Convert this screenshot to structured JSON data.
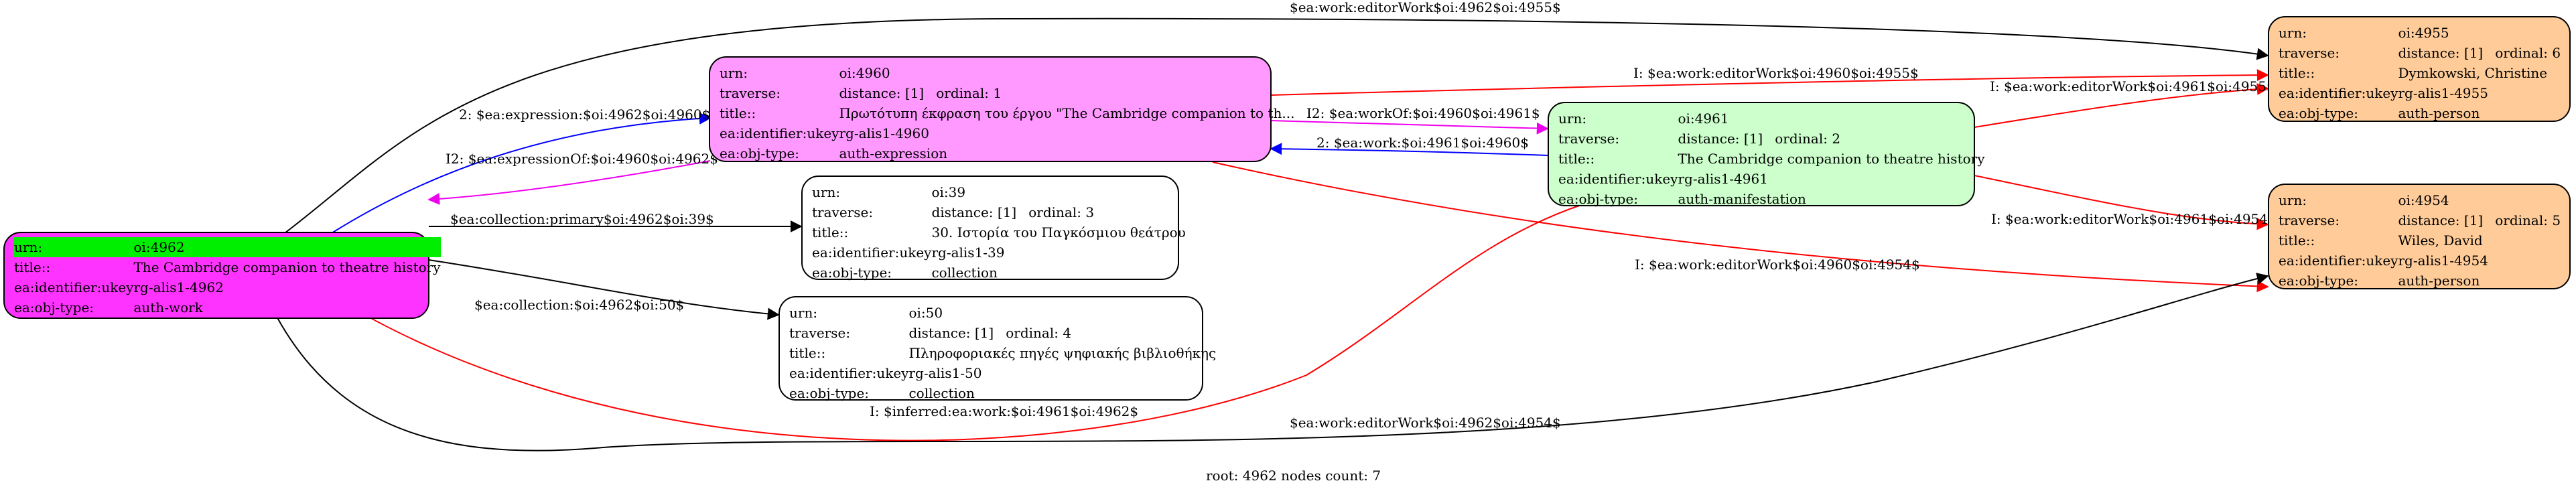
{
  "colors": {
    "root_fill": "#ff33ff",
    "root_urn_highlight": "#00ee00",
    "expression_fill": "#ff99ff",
    "manifestation_fill": "#ccffcc",
    "collection_fill": "#ffffff",
    "person_fill": "#ffcc99",
    "edge_black": "#000000",
    "edge_blue": "#0000ff",
    "edge_magenta": "#ee00ee",
    "edge_red": "#ff0000"
  },
  "nodes": {
    "n4962": {
      "urn": {
        "k": "urn:",
        "v": "oi:4962"
      },
      "title": {
        "k": "title::",
        "v": "The Cambridge companion to theatre history"
      },
      "ukey": {
        "k": "ea:identifier:ukey",
        "v": "rg-alis1-4962"
      },
      "objtype": {
        "k": "ea:obj-type:",
        "v": "auth-work"
      }
    },
    "n4960": {
      "urn": {
        "k": "urn:",
        "v": "oi:4960"
      },
      "traverse": {
        "k": "traverse:",
        "distance": "distance: [1]",
        "ordinal": "ordinal: 1"
      },
      "title": {
        "k": "title::",
        "v": "Πρωτότυπη έκφραση του έργου \"The Cambridge companion to th..."
      },
      "ukey": {
        "k": "ea:identifier:ukey",
        "v": "rg-alis1-4960"
      },
      "objtype": {
        "k": "ea:obj-type:",
        "v": "auth-expression"
      }
    },
    "n4961": {
      "urn": {
        "k": "urn:",
        "v": "oi:4961"
      },
      "traverse": {
        "k": "traverse:",
        "distance": "distance: [1]",
        "ordinal": "ordinal: 2"
      },
      "title": {
        "k": "title::",
        "v": "The Cambridge companion to theatre history"
      },
      "ukey": {
        "k": "ea:identifier:ukey",
        "v": "rg-alis1-4961"
      },
      "objtype": {
        "k": "ea:obj-type:",
        "v": "auth-manifestation"
      }
    },
    "n39": {
      "urn": {
        "k": "urn:",
        "v": "oi:39"
      },
      "traverse": {
        "k": "traverse:",
        "distance": "distance: [1]",
        "ordinal": "ordinal: 3"
      },
      "title": {
        "k": "title::",
        "v": "30. Ιστορία του Παγκόσμιου θεάτρου"
      },
      "ukey": {
        "k": "ea:identifier:ukey",
        "v": "rg-alis1-39"
      },
      "objtype": {
        "k": "ea:obj-type:",
        "v": "collection"
      }
    },
    "n50": {
      "urn": {
        "k": "urn:",
        "v": "oi:50"
      },
      "traverse": {
        "k": "traverse:",
        "distance": "distance: [1]",
        "ordinal": "ordinal: 4"
      },
      "title": {
        "k": "title::",
        "v": "Πληροφοριακές πηγές ψηφιακής βιβλιοθήκης"
      },
      "ukey": {
        "k": "ea:identifier:ukey",
        "v": "rg-alis1-50"
      },
      "objtype": {
        "k": "ea:obj-type:",
        "v": "collection"
      }
    },
    "n4955": {
      "urn": {
        "k": "urn:",
        "v": "oi:4955"
      },
      "traverse": {
        "k": "traverse:",
        "distance": "distance: [1]",
        "ordinal": "ordinal: 6"
      },
      "title": {
        "k": "title::",
        "v": "Dymkowski, Christine"
      },
      "ukey": {
        "k": "ea:identifier:ukey",
        "v": "rg-alis1-4955"
      },
      "objtype": {
        "k": "ea:obj-type:",
        "v": "auth-person"
      }
    },
    "n4954": {
      "urn": {
        "k": "urn:",
        "v": "oi:4954"
      },
      "traverse": {
        "k": "traverse:",
        "distance": "distance: [1]",
        "ordinal": "ordinal: 5"
      },
      "title": {
        "k": "title::",
        "v": "Wiles, David"
      },
      "ukey": {
        "k": "ea:identifier:ukey",
        "v": "rg-alis1-4954"
      },
      "objtype": {
        "k": "ea:obj-type:",
        "v": "auth-person"
      }
    }
  },
  "edges": {
    "work_editor_4955": "$ea:work:editorWork$oi:4962$oi:4955$",
    "expression": "2: $ea:expression:$oi:4962$oi:4960$",
    "expression_of": "I2: $ea:expressionOf:$oi:4960$oi:4962$",
    "collection_primary": "$ea:collection:primary$oi:4962$oi:39$",
    "collection": "$ea:collection:$oi:4962$oi:50$",
    "work_of": "I2: $ea:workOf:$oi:4960$oi:4961$",
    "work": "2: $ea:work:$oi:4961$oi:4960$",
    "i_editor_4960_4955": "I: $ea:work:editorWork$oi:4960$oi:4955$",
    "i_editor_4961_4955": "I: $ea:work:editorWork$oi:4961$oi:4955$",
    "i_editor_4961_4954": "I: $ea:work:editorWork$oi:4961$oi:4954$",
    "i_editor_4960_4954": "I: $ea:work:editorWork$oi:4960$oi:4954$",
    "inferred_work": "I: $inferred:ea:work:$oi:4961$oi:4962$",
    "work_editor_4954": "$ea:work:editorWork$oi:4962$oi:4954$"
  },
  "footer": "root: 4962 nodes count: 7"
}
